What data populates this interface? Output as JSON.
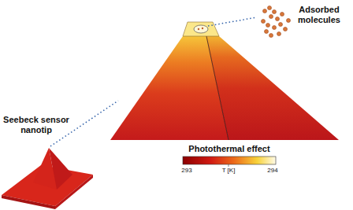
{
  "diagram": {
    "labels": [
      "Adsorbed molecules",
      "Seebeck sensor nanotip",
      "Photothermal effect",
      "293",
      "T [K]",
      "294"
    ]
  }
}
